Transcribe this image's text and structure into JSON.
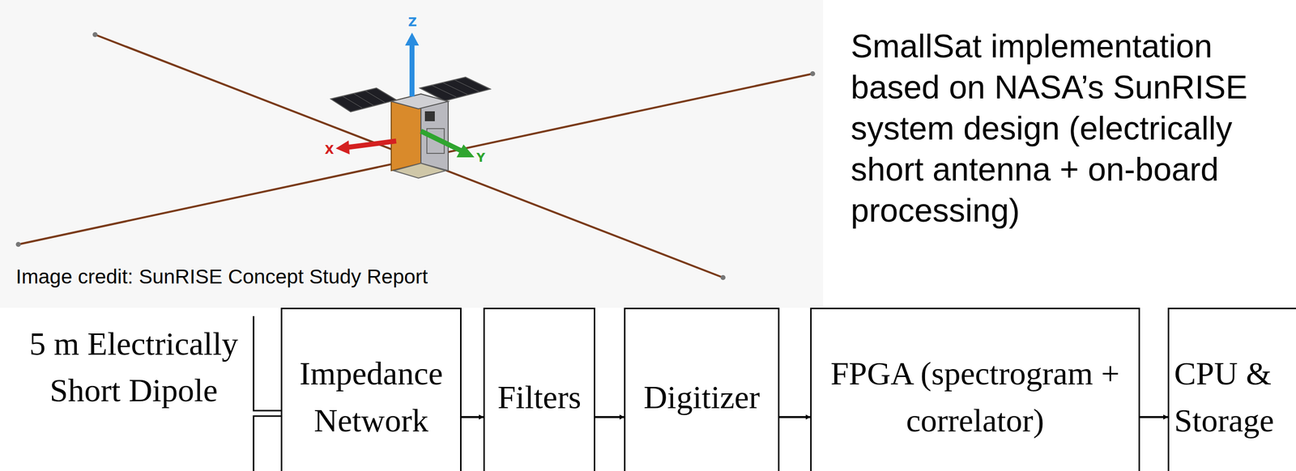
{
  "diagram": {
    "nodes": [
      {
        "text": [
          "Impedance Network"
        ]
      },
      {
        "text": [
          "Filters"
        ]
      },
      {
        "text": [
          "Digitizer"
        ]
      },
      {
        "text": [
          "FPGA (spectrogram + correlator)"
        ]
      },
      {
        "text": [
          "CPU & Storage"
        ]
      }
    ],
    "edges": [
      {
        "from": 0,
        "to": 1,
        "arrow": "to"
      },
      {
        "from": 1,
        "to": 2,
        "arrow": "to"
      },
      {
        "from": 2,
        "to": 3,
        "arrow": "to"
      },
      {
        "from": 3,
        "to": 4,
        "arrow": "to"
      }
    ],
    "labels": [
      "SmallSat implementation based on NASA’s SunRISE system design (electrically short antenna + on-board processing)",
      "Image credit: SunRISE Concept Study Report",
      "5 m Electrically Short Dipole",
      "Z",
      "X",
      "Y"
    ]
  }
}
